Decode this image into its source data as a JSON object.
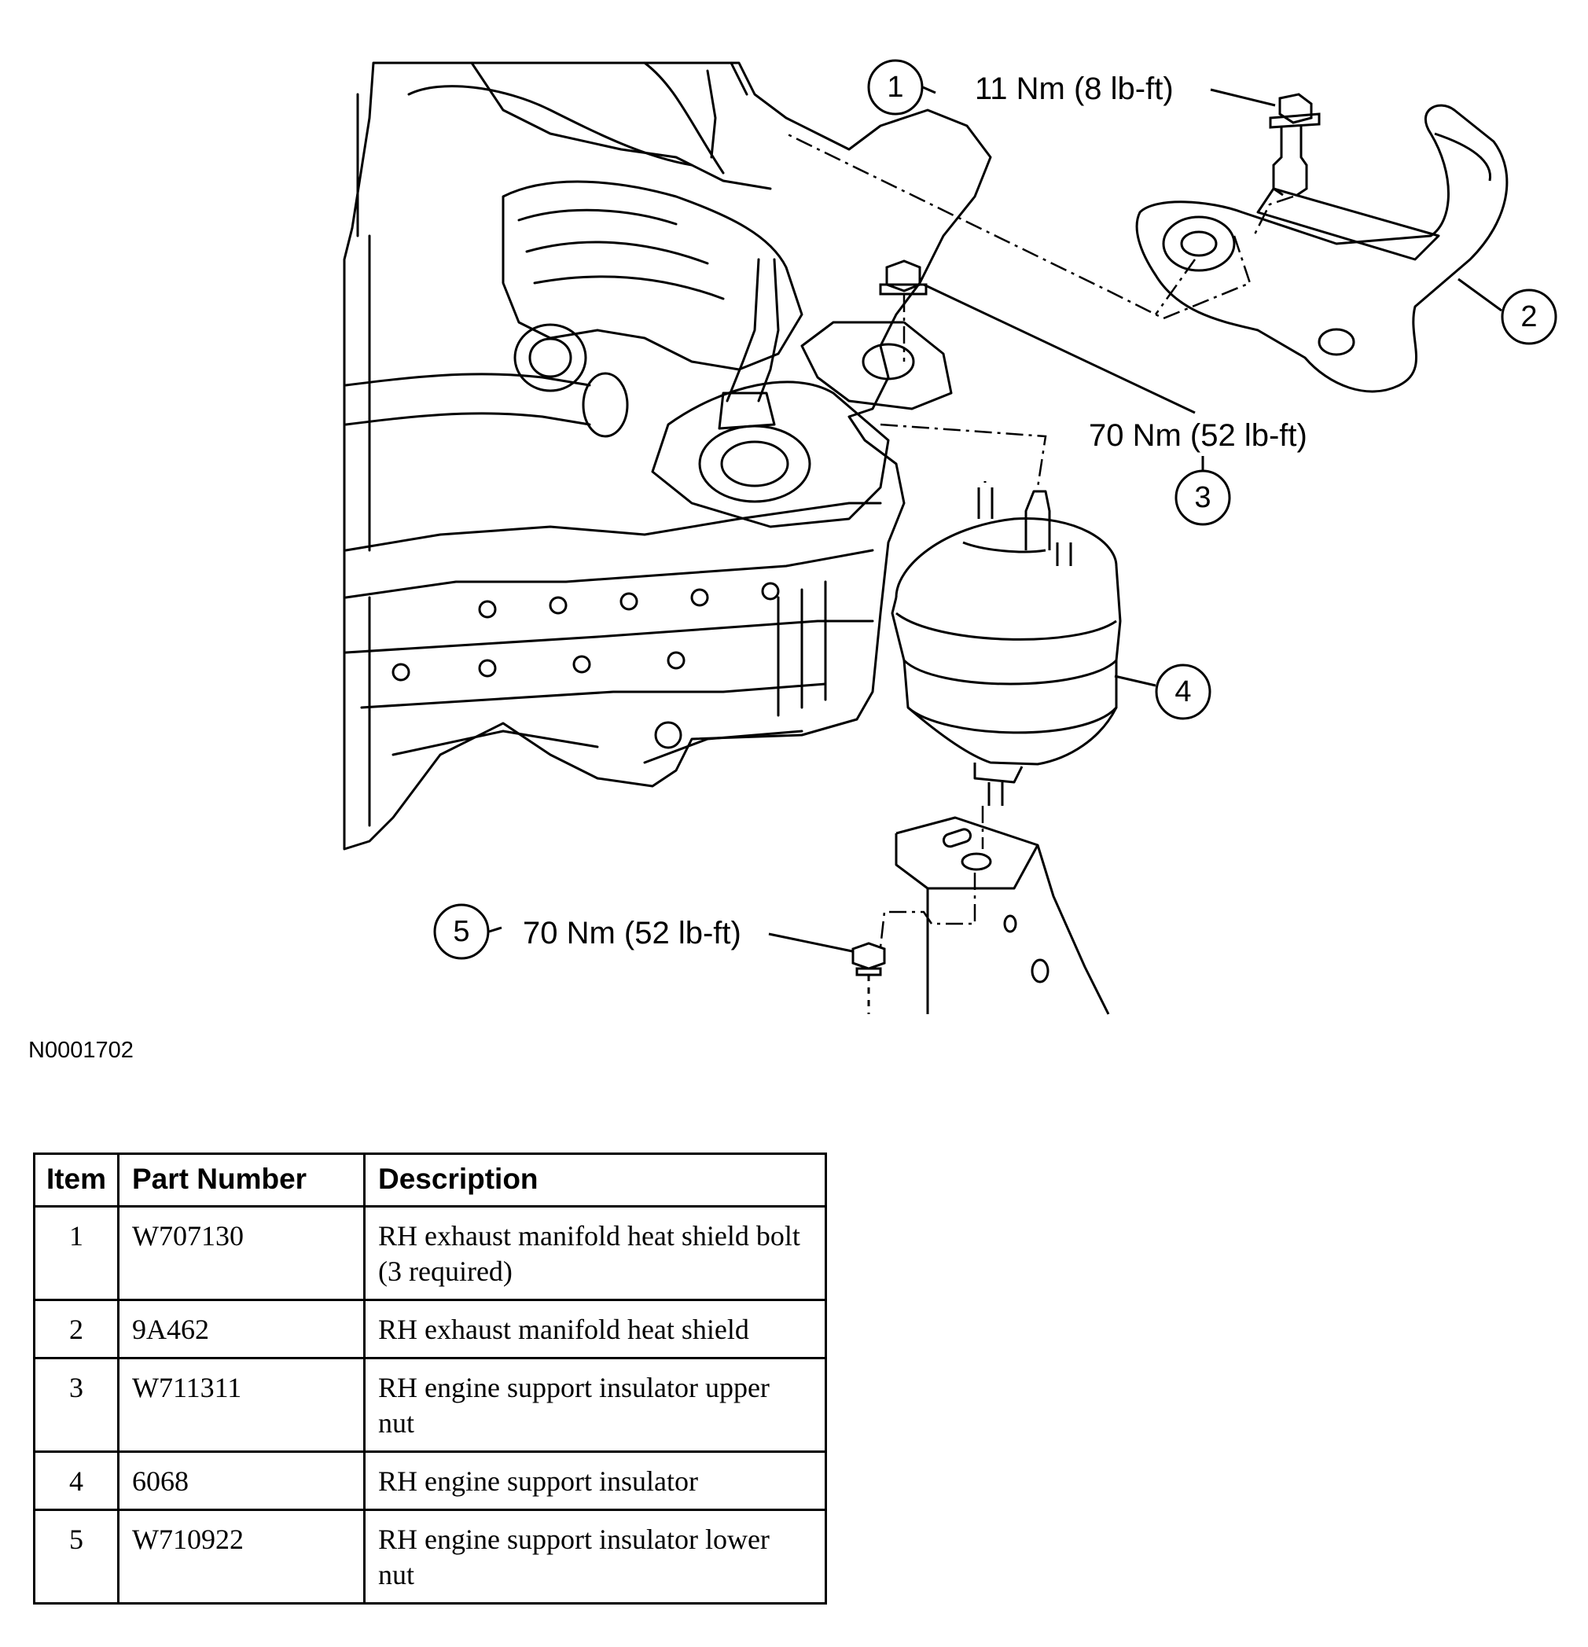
{
  "figure": {
    "id": "N0001702",
    "callouts": [
      {
        "item": "1",
        "torque": "11 Nm (8 lb-ft)"
      },
      {
        "item": "2",
        "torque": ""
      },
      {
        "item": "3",
        "torque": "70 Nm (52 lb-ft)"
      },
      {
        "item": "4",
        "torque": ""
      },
      {
        "item": "5",
        "torque": "70 Nm (52 lb-ft)"
      }
    ]
  },
  "table": {
    "headers": [
      "Item",
      "Part Number",
      "Description"
    ],
    "rows": [
      {
        "item": "1",
        "part_number": "W707130",
        "description": "RH exhaust manifold heat shield bolt (3 required)"
      },
      {
        "item": "2",
        "part_number": "9A462",
        "description": "RH exhaust manifold heat shield"
      },
      {
        "item": "3",
        "part_number": "W711311",
        "description": "RH engine support insulator upper nut"
      },
      {
        "item": "4",
        "part_number": "6068",
        "description": "RH engine support insulator"
      },
      {
        "item": "5",
        "part_number": "W710922",
        "description": "RH engine support insulator lower nut"
      }
    ]
  }
}
